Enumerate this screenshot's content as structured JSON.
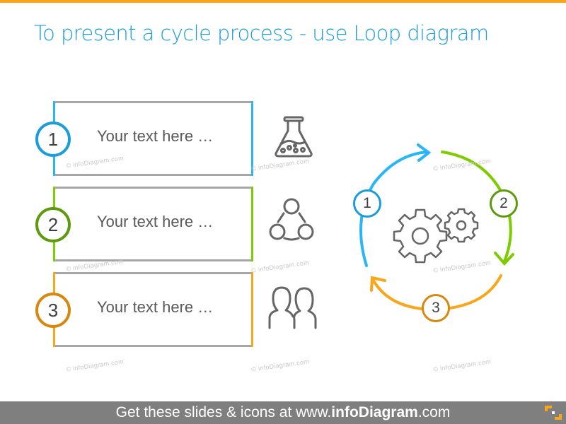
{
  "slide": {
    "title": "To present a cycle process - use Loop diagram",
    "accent_color": "#FAA61A",
    "title_color": "#1B9DD9"
  },
  "steps": [
    {
      "number": "1",
      "text": "Your text here …",
      "color": "#29B6F6",
      "ring_color": "#1B9DD9",
      "icon": "flask-icon"
    },
    {
      "number": "2",
      "text": "Your text here …",
      "color": "#7DCC00",
      "ring_color": "#5E9A0E",
      "icon": "network-circles-icon"
    },
    {
      "number": "3",
      "text": "Your text here …",
      "color": "#FAA61A",
      "ring_color": "#D68910",
      "icon": "two-people-icon"
    }
  ],
  "cycle": {
    "center_icon": "gears-icon",
    "nodes": [
      {
        "number": "1",
        "color": "#29B6F6"
      },
      {
        "number": "2",
        "color": "#7DCC00"
      },
      {
        "number": "3",
        "color": "#FAA61A"
      }
    ]
  },
  "watermark": "© infoDiagram.com",
  "footer": {
    "prefix": "Get these slides & icons at www.",
    "brand": "infoDiagram",
    "suffix": ".com"
  }
}
